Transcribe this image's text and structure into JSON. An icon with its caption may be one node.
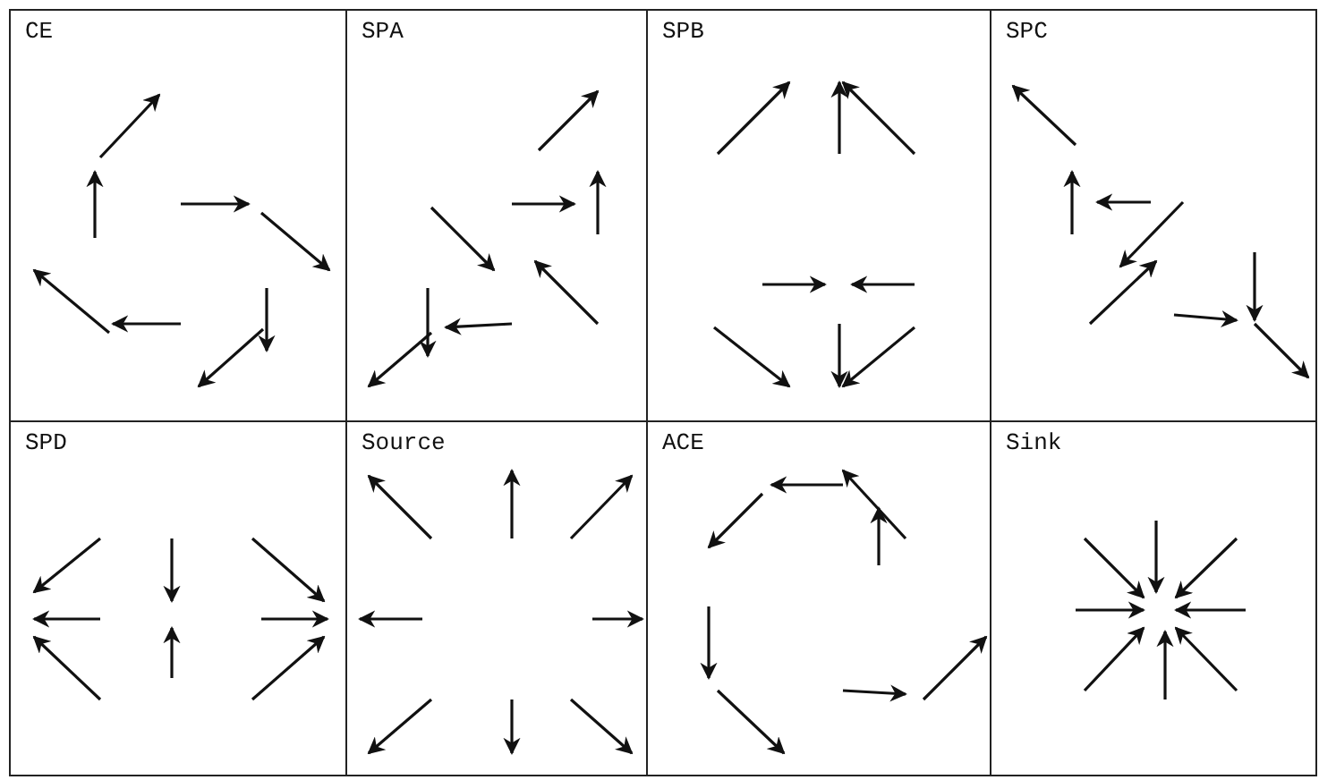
{
  "diagram": {
    "nodes": [
      {
        "text": [
          "CE"
        ]
      },
      {
        "text": [
          "SPA"
        ]
      },
      {
        "text": [
          "SPB"
        ]
      },
      {
        "text": [
          "SPC"
        ]
      },
      {
        "text": [
          "SPD"
        ]
      },
      {
        "text": [
          "Source"
        ]
      },
      {
        "text": [
          "ACE"
        ]
      },
      {
        "text": [
          "Sink"
        ]
      }
    ]
  }
}
